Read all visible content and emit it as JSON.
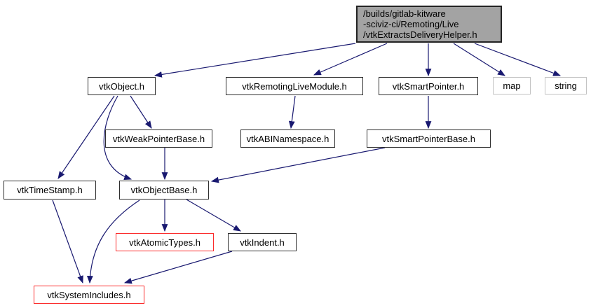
{
  "graph": {
    "kind": "include-dependency-graph",
    "colors": {
      "edge": "#191970",
      "node_border": "#2e2e2e",
      "external_node_border": "#c3c3c3",
      "truncated_node_border": "#fb2b2b",
      "root_fill": "#a3a3a3"
    },
    "nodes": {
      "root": {
        "line1": "/builds/gitlab-kitware",
        "line2": "-sciviz-ci/Remoting/Live",
        "line3": "/vtkExtractsDeliveryHelper.h"
      },
      "vtkObject": {
        "label": "vtkObject.h"
      },
      "vtkRemotingLiveModule": {
        "label": "vtkRemotingLiveModule.h"
      },
      "vtkSmartPointer": {
        "label": "vtkSmartPointer.h"
      },
      "map": {
        "label": "map"
      },
      "string": {
        "label": "string"
      },
      "vtkWeakPointerBase": {
        "label": "vtkWeakPointerBase.h"
      },
      "vtkABINamespace": {
        "label": "vtkABINamespace.h"
      },
      "vtkSmartPointerBase": {
        "label": "vtkSmartPointerBase.h"
      },
      "vtkTimeStamp": {
        "label": "vtkTimeStamp.h"
      },
      "vtkObjectBase": {
        "label": "vtkObjectBase.h"
      },
      "vtkAtomicTypes": {
        "label": "vtkAtomicTypes.h"
      },
      "vtkIndent": {
        "label": "vtkIndent.h"
      },
      "vtkSystemIncludes": {
        "label": "vtkSystemIncludes.h"
      }
    },
    "edges": [
      {
        "from": "root",
        "to": "vtkObject"
      },
      {
        "from": "root",
        "to": "vtkRemotingLiveModule"
      },
      {
        "from": "root",
        "to": "vtkSmartPointer"
      },
      {
        "from": "root",
        "to": "map"
      },
      {
        "from": "root",
        "to": "string"
      },
      {
        "from": "vtkObject",
        "to": "vtkTimeStamp"
      },
      {
        "from": "vtkObject",
        "to": "vtkWeakPointerBase"
      },
      {
        "from": "vtkObject",
        "to": "vtkObjectBase"
      },
      {
        "from": "vtkWeakPointerBase",
        "to": "vtkObjectBase"
      },
      {
        "from": "vtkRemotingLiveModule",
        "to": "vtkABINamespace"
      },
      {
        "from": "vtkSmartPointer",
        "to": "vtkSmartPointerBase"
      },
      {
        "from": "vtkSmartPointerBase",
        "to": "vtkObjectBase"
      },
      {
        "from": "vtkTimeStamp",
        "to": "vtkSystemIncludes"
      },
      {
        "from": "vtkObjectBase",
        "to": "vtkSystemIncludes"
      },
      {
        "from": "vtkObjectBase",
        "to": "vtkAtomicTypes"
      },
      {
        "from": "vtkObjectBase",
        "to": "vtkIndent"
      },
      {
        "from": "vtkIndent",
        "to": "vtkSystemIncludes"
      }
    ]
  }
}
